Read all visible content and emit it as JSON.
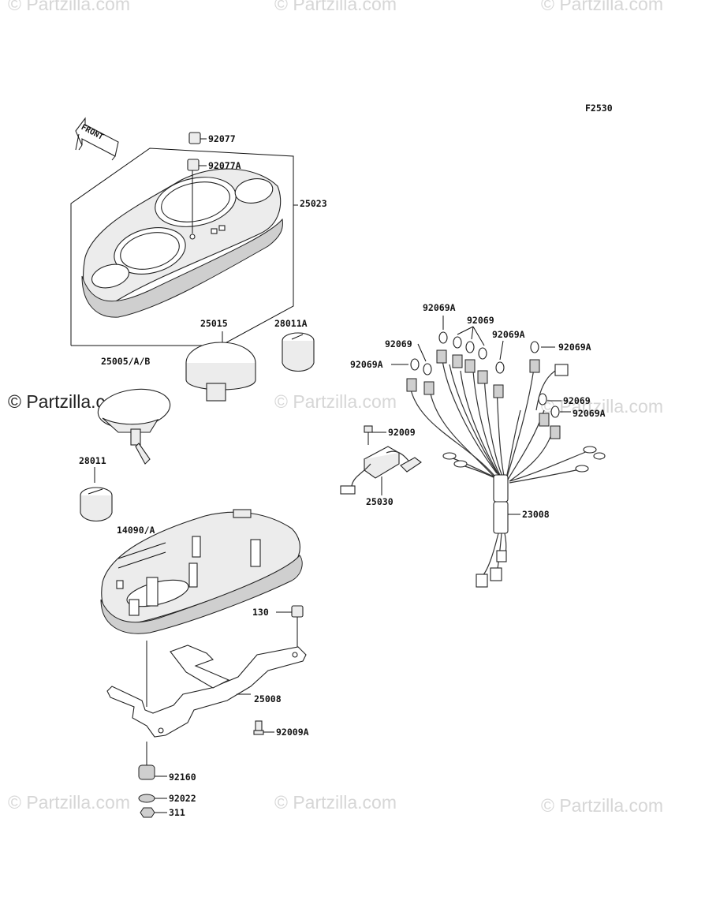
{
  "figure_id": "F2530",
  "front_label": "FRONT",
  "watermarks": {
    "text": "© Partzilla.com",
    "top_left": "© Partzilla.com",
    "top_mid": "© Partzilla.com",
    "top_right": "© Partzilla.com",
    "mid_left": "© Partzilla.com",
    "mid_mid": "© Partzilla.com",
    "mid_right": "© Partzilla.com",
    "bot_left": "© Partzilla.com",
    "bot_mid": "© Partzilla.com",
    "bot_right": "© Partzilla.com"
  },
  "parts": {
    "p92077": "92077",
    "p92077A": "92077A",
    "p25023": "25023",
    "p25015": "25015",
    "p28011A": "28011A",
    "p25005": "25005/A/B",
    "p28011": "28011",
    "p14090": "14090/A",
    "p130": "130",
    "p25008": "25008",
    "p92009A": "92009A",
    "p92160": "92160",
    "p92022": "92022",
    "p311": "311",
    "p92069A_top": "92069A",
    "p92069_top": "92069",
    "p92069_left": "92069",
    "p92069A_mid": "92069A",
    "p92069A_right": "92069A",
    "p92069A_left": "92069A",
    "p92069_r2": "92069",
    "p92069A_r2": "92069A",
    "p92009": "92009",
    "p25030": "25030",
    "p23008": "23008"
  }
}
